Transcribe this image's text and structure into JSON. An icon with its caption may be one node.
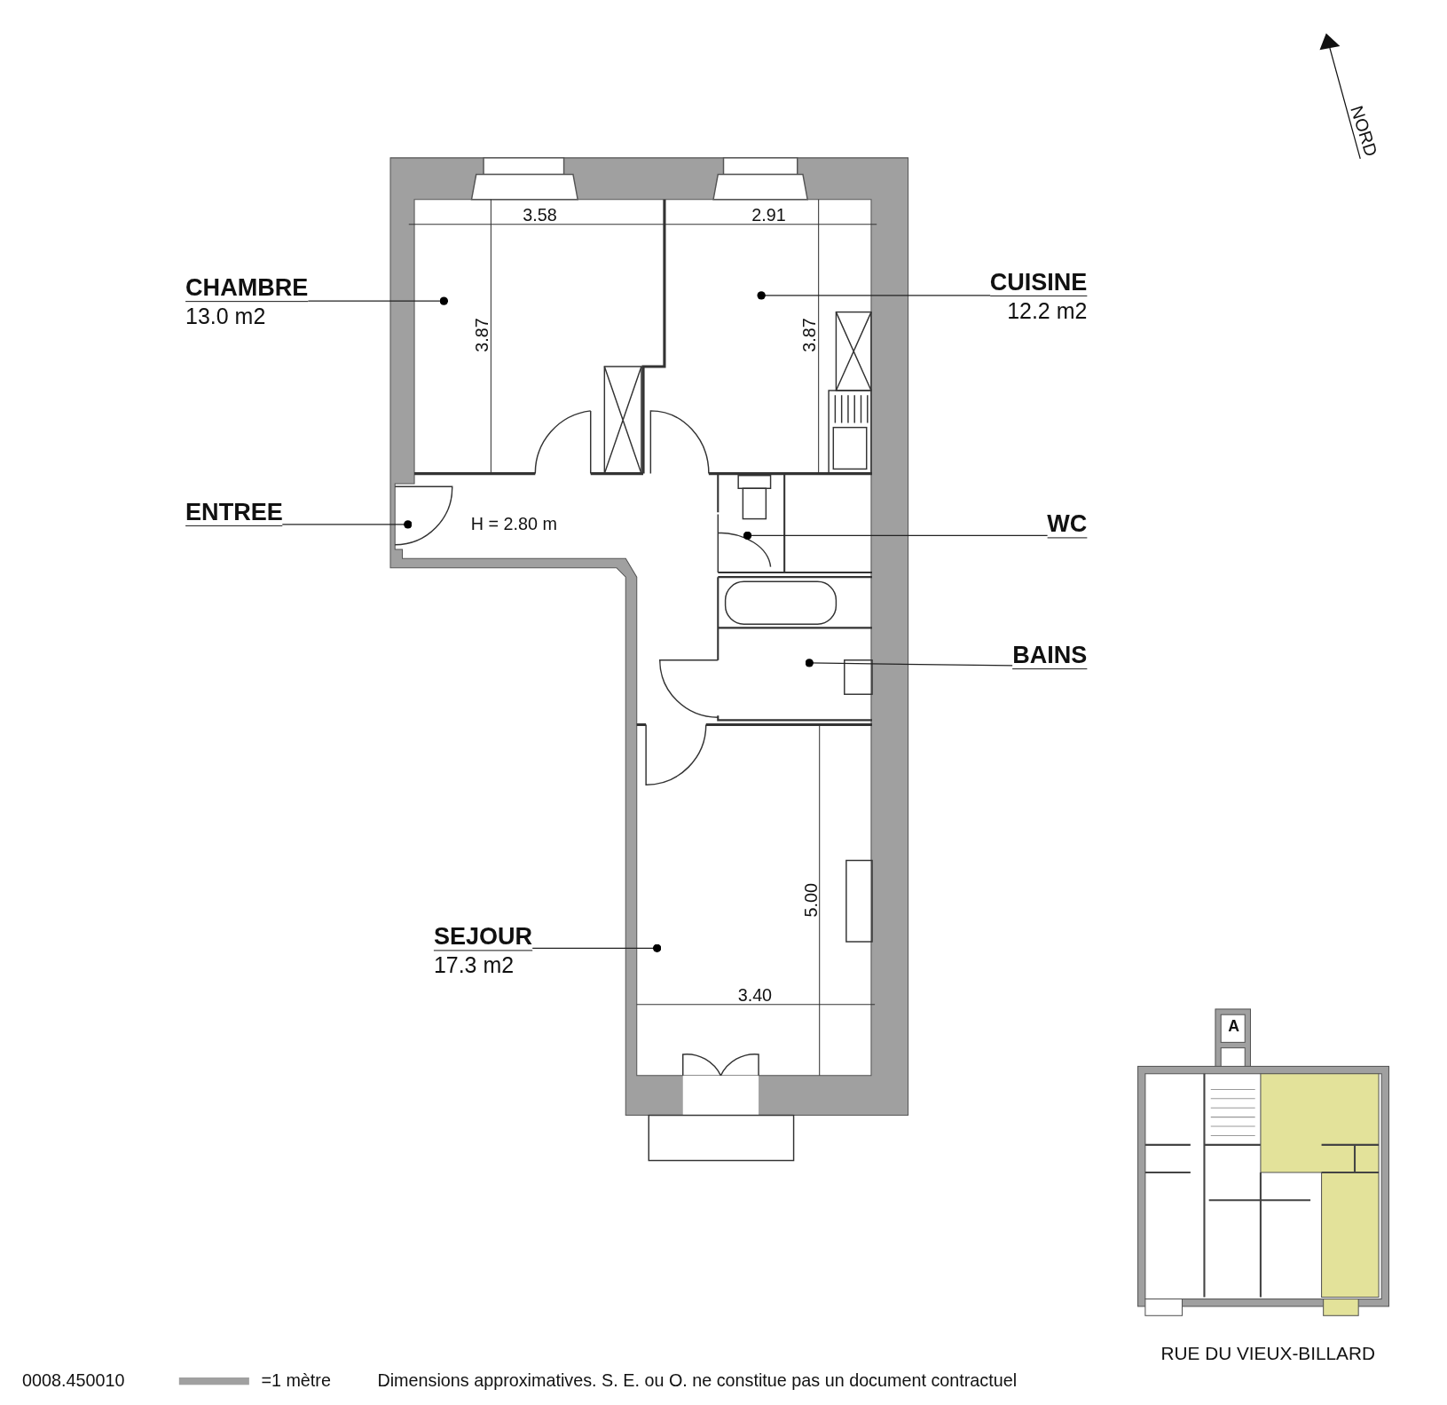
{
  "diagram": {
    "nodes": [
      {
        "text": [
          "CHAMBRE",
          "13.0 m2"
        ]
      },
      {
        "text": [
          "CUISINE",
          "12.2 m2"
        ]
      },
      {
        "text": [
          "ENTREE"
        ]
      },
      {
        "text": [
          "WC"
        ]
      },
      {
        "text": [
          "BAINS"
        ]
      },
      {
        "text": [
          "SEJOUR",
          "17.3 m2"
        ]
      }
    ],
    "edges": [
      {
        "from": 0,
        "to": null,
        "arrow": "other"
      },
      {
        "from": 1,
        "to": null,
        "arrow": "other"
      },
      {
        "from": 2,
        "to": null,
        "arrow": "other"
      },
      {
        "from": 3,
        "to": null,
        "arrow": "other"
      },
      {
        "from": 4,
        "to": null,
        "arrow": "other"
      },
      {
        "from": 5,
        "to": null,
        "arrow": "other"
      }
    ],
    "labels": [
      "NORD",
      "3.58",
      "2.91",
      "3.87",
      "3.87",
      "H = 2.80 m",
      "5.00",
      "3.40",
      "A",
      "RUE DU VIEUX-BILLARD",
      "0008.450010",
      "Dimensions approximatives. S. E. ou O. ne constitue pas un document contractuel"
    ],
    "legend": [
      {
        "text": "=1 mètre",
        "color": "#a0a0a0"
      }
    ]
  }
}
